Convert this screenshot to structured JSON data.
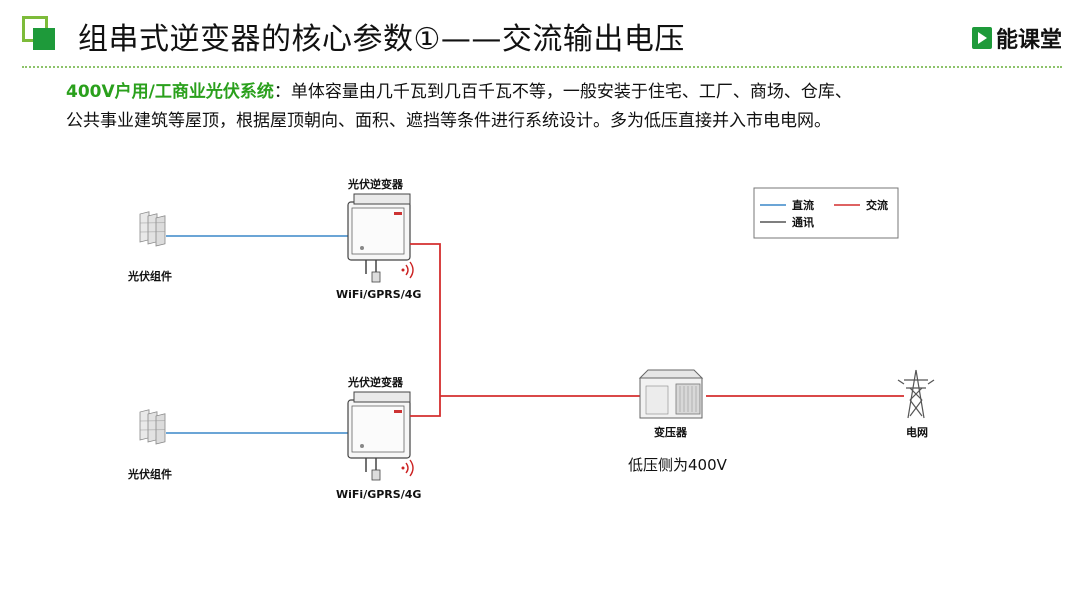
{
  "header": {
    "title": "组串式逆变器的核心参数①——交流输出电压",
    "brand": "能课堂"
  },
  "intro": {
    "highlight": "400V户用/工商业光伏系统",
    "line1_rest": "：单体容量由几千瓦到几百千瓦不等，一般安装于住宅、工厂、商场、仓库、",
    "line2": "公共事业建筑等屋顶，根据屋顶朝向、面积、遮挡等条件进行系统设计。多为低压直接并入市电电网。"
  },
  "colors": {
    "brand_green": "#1e9a3a",
    "highlight_green": "#2aa01c",
    "dc_line": "#3a87c9",
    "ac_line": "#d42e2e",
    "comm_line": "#555555"
  },
  "diagram": {
    "pv_top_label": "光伏组件",
    "pv_bottom_label": "光伏组件",
    "inverter_top_label": "光伏逆变器",
    "inverter_bottom_label": "光伏逆变器",
    "wifi_top_label": "WiFi/GPRS/4G",
    "wifi_bottom_label": "WiFi/GPRS/4G",
    "transformer_label": "变压器",
    "transformer_note": "低压侧为400V",
    "grid_label": "电网",
    "legend": {
      "dc": "直流",
      "ac": "交流",
      "comm": "通讯"
    }
  }
}
